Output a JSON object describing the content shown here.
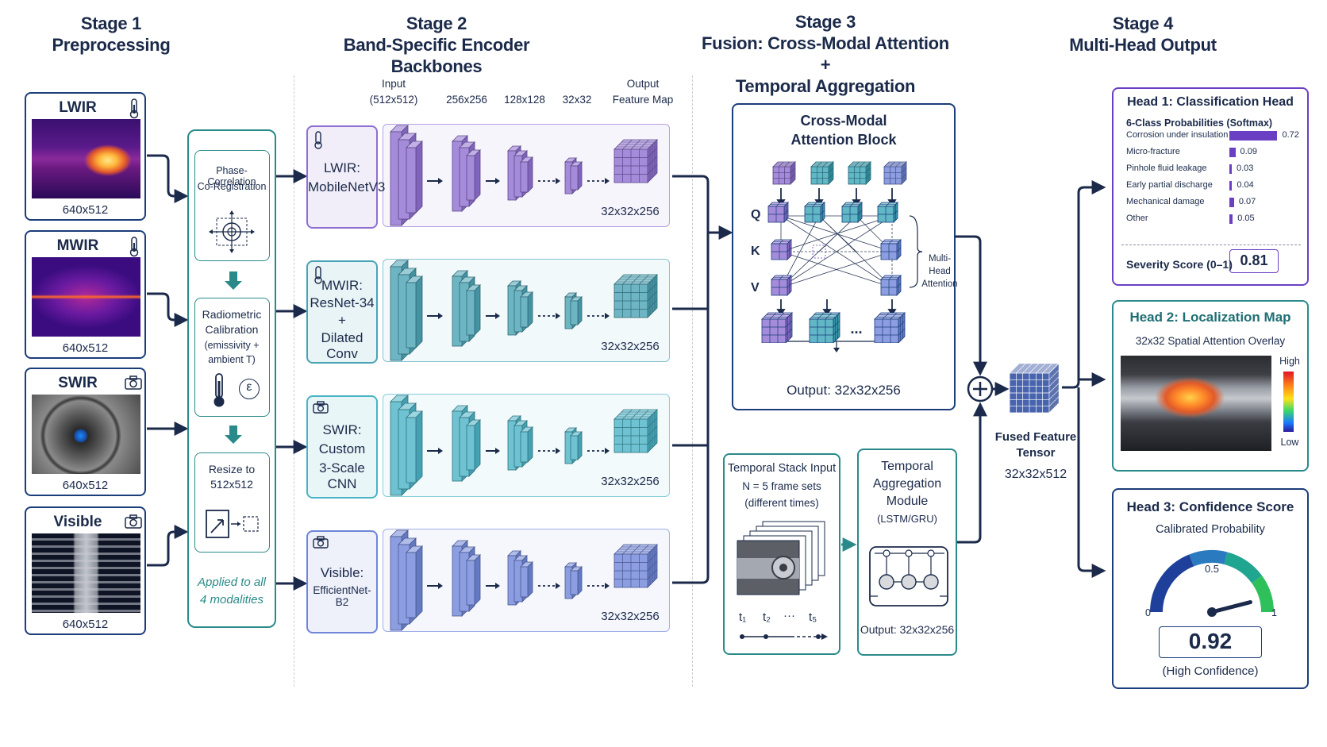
{
  "stages": {
    "s1": {
      "title": "Stage 1",
      "subtitle": "Preprocessing"
    },
    "s2": {
      "title": "Stage 2",
      "subtitle": "Band-Specific Encoder Backbones"
    },
    "s3": {
      "title": "Stage 3",
      "subtitle": "Fusion: Cross-Modal Attention +",
      "subtitle2": "Temporal Aggregation"
    },
    "s4": {
      "title": "Stage 4",
      "subtitle": "Multi-Head Output"
    }
  },
  "inputs": [
    {
      "name": "LWIR",
      "res": "640x512",
      "icon": "thermometer-icon"
    },
    {
      "name": "MWIR",
      "res": "640x512",
      "icon": "thermometer-icon"
    },
    {
      "name": "SWIR",
      "res": "640x512",
      "icon": "camera-icon"
    },
    {
      "name": "Visible",
      "res": "640x512",
      "icon": "camera-icon"
    }
  ],
  "preprocessing": {
    "step1": {
      "line1": "Phase-Correlation",
      "line2": "Co-Registration"
    },
    "step2": {
      "line1": "Radiometric",
      "line2": "Calibration",
      "line3": "(emissivity +",
      "line4": "ambient T)",
      "epsilon": "ε"
    },
    "step3": {
      "line1": "Resize to",
      "line2": "512x512"
    },
    "note1": "Applied to all",
    "note2": "4 modalities"
  },
  "encoder_header": {
    "input": "Input",
    "input_res": "(512x512)",
    "r256": "256x256",
    "r128": "128x128",
    "r32": "32x32",
    "output": "Output",
    "output2": "Feature Map"
  },
  "encoders": [
    {
      "line1": "LWIR:",
      "line2": "MobileNetV3",
      "line3": "",
      "line4": "",
      "out": "32x32x256",
      "color": "#8e6fd1"
    },
    {
      "line1": "MWIR:",
      "line2": "ResNet-34",
      "line3": "+",
      "line4": "Dilated Conv",
      "out": "32x32x256",
      "color": "#4aa3b5"
    },
    {
      "line1": "SWIR:",
      "line2": "Custom",
      "line3": "3-Scale CNN",
      "line4": "",
      "out": "32x32x256",
      "color": "#4ab3c5"
    },
    {
      "line1": "Visible:",
      "line2": "EfficientNet-B2",
      "line3": "",
      "line4": "",
      "out": "32x32x256",
      "color": "#6f86d9"
    }
  ],
  "cross_modal": {
    "title1": "Cross-Modal",
    "title2": "Attention Block",
    "q": "Q",
    "k": "K",
    "v": "V",
    "mha1": "Multi-",
    "mha2": "Head",
    "mha3": "Attention",
    "ellipsis": "...",
    "output": "Output: 32x32x256"
  },
  "temporal_input": {
    "title": "Temporal Stack Input",
    "line2": "N = 5 frame sets",
    "line3": "(different times)",
    "t1": "t₁",
    "t2": "t₂",
    "dots": "···",
    "t5": "t₅"
  },
  "temporal_module": {
    "line1": "Temporal",
    "line2": "Aggregation",
    "line3": "Module",
    "line4": "(LSTM/GRU)",
    "output": "Output: 32x32x256"
  },
  "fused": {
    "line1": "Fused Feature",
    "line2": "Tensor",
    "line3": "32x32x512",
    "plus": "+"
  },
  "head1": {
    "title": "Head 1: Classification Head",
    "subtitle": "6-Class Probabilities (Softmax)",
    "classes": [
      {
        "label": "Corrosion under insulation",
        "value": "0.72",
        "p": 0.72
      },
      {
        "label": "Micro-fracture",
        "value": "0.09",
        "p": 0.09
      },
      {
        "label": "Pinhole fluid leakage",
        "value": "0.03",
        "p": 0.03
      },
      {
        "label": "Early partial discharge",
        "value": "0.04",
        "p": 0.04
      },
      {
        "label": "Mechanical damage",
        "value": "0.07",
        "p": 0.07
      },
      {
        "label": "Other",
        "value": "0.05",
        "p": 0.05
      }
    ],
    "severity_label": "Severity Score (0–1)",
    "severity_value": "0.81"
  },
  "head2": {
    "title": "Head 2: Localization Map",
    "subtitle": "32x32 Spatial Attention Overlay",
    "high": "High",
    "low": "Low"
  },
  "head3": {
    "title": "Head 3: Confidence Score",
    "subtitle": "Calibrated Probability",
    "g0": "0",
    "g05": "0.5",
    "g1": "1",
    "value": "0.92",
    "gauge_level": 0.92,
    "note": "(High Confidence)"
  },
  "colors": {
    "navy": "#1b2a4a",
    "teal": "#2a8a8a",
    "purple": "#7b5cc4",
    "cyan": "#3aa5b8"
  }
}
